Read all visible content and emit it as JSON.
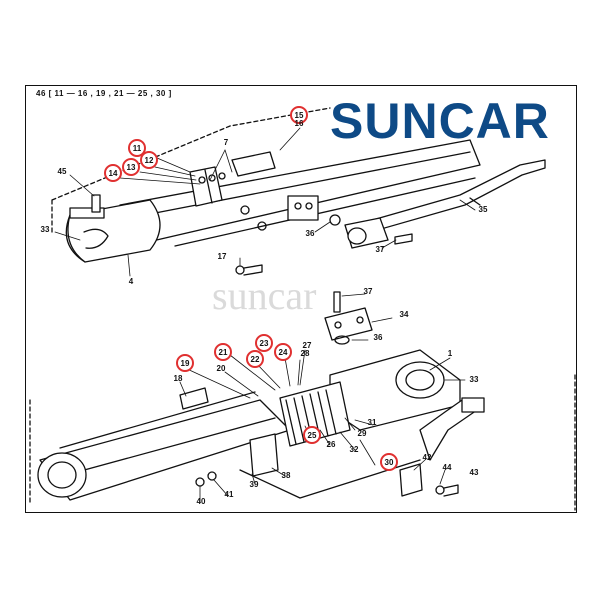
{
  "header": "46 [ 11 — 16 , 19 , 21 — 25 , 30 ]",
  "brand": {
    "name": "SUNCAR",
    "color": "#0e4a86"
  },
  "watermark": "suncar",
  "highlight_color": "#e03030",
  "callouts": [
    {
      "id": "c15",
      "text": "15",
      "circled": true
    },
    {
      "id": "c16",
      "text": "16",
      "circled": false
    },
    {
      "id": "c11",
      "text": "11",
      "circled": true
    },
    {
      "id": "c12",
      "text": "12",
      "circled": true
    },
    {
      "id": "c13",
      "text": "13",
      "circled": true
    },
    {
      "id": "c14",
      "text": "14",
      "circled": true
    },
    {
      "id": "c7",
      "text": "7",
      "circled": false
    },
    {
      "id": "c45",
      "text": "45",
      "circled": false
    },
    {
      "id": "c33a",
      "text": "33",
      "circled": false
    },
    {
      "id": "c4",
      "text": "4",
      "circled": false
    },
    {
      "id": "c36a",
      "text": "36",
      "circled": false
    },
    {
      "id": "c35",
      "text": "35",
      "circled": false
    },
    {
      "id": "c37a",
      "text": "37",
      "circled": false
    },
    {
      "id": "c17",
      "text": "17",
      "circled": false
    },
    {
      "id": "c37b",
      "text": "37",
      "circled": false
    },
    {
      "id": "c34",
      "text": "34",
      "circled": false
    },
    {
      "id": "c36b",
      "text": "36",
      "circled": false
    },
    {
      "id": "c1",
      "text": "1",
      "circled": false
    },
    {
      "id": "c33b",
      "text": "33",
      "circled": false
    },
    {
      "id": "c23",
      "text": "23",
      "circled": true
    },
    {
      "id": "c27",
      "text": "27",
      "circled": false
    },
    {
      "id": "c21",
      "text": "21",
      "circled": true
    },
    {
      "id": "c22",
      "text": "22",
      "circled": true
    },
    {
      "id": "c24",
      "text": "24",
      "circled": true
    },
    {
      "id": "c28",
      "text": "28",
      "circled": false
    },
    {
      "id": "c19",
      "text": "19",
      "circled": true
    },
    {
      "id": "c20",
      "text": "20",
      "circled": false
    },
    {
      "id": "c18",
      "text": "18",
      "circled": false
    },
    {
      "id": "c29",
      "text": "29",
      "circled": false
    },
    {
      "id": "c31",
      "text": "31",
      "circled": false
    },
    {
      "id": "c25",
      "text": "25",
      "circled": true
    },
    {
      "id": "c26",
      "text": "26",
      "circled": false
    },
    {
      "id": "c32",
      "text": "32",
      "circled": false
    },
    {
      "id": "c30",
      "text": "30",
      "circled": true
    },
    {
      "id": "c42",
      "text": "42",
      "circled": false
    },
    {
      "id": "c44",
      "text": "44",
      "circled": false
    },
    {
      "id": "c43",
      "text": "43",
      "circled": false
    },
    {
      "id": "c38",
      "text": "38",
      "circled": false
    },
    {
      "id": "c39",
      "text": "39",
      "circled": false
    },
    {
      "id": "c41",
      "text": "41",
      "circled": false
    },
    {
      "id": "c40",
      "text": "40",
      "circled": false
    }
  ]
}
